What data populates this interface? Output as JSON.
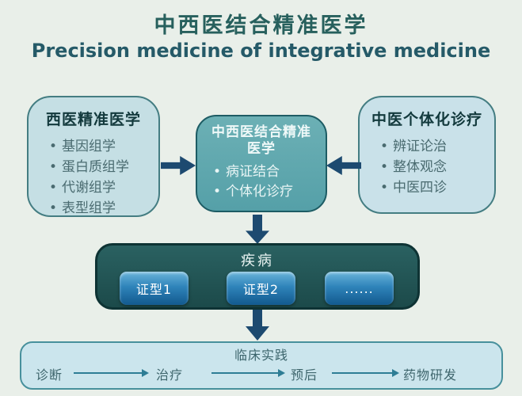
{
  "header": {
    "title_zh": "中西医结合精准医学",
    "title_en": "Precision medicine of integrative medicine"
  },
  "icons": {
    "bullet": "•"
  },
  "western": {
    "title": "西医精准医学",
    "items": [
      "基因组学",
      "蛋白质组学",
      "代谢组学",
      "表型组学"
    ]
  },
  "integrative": {
    "title": "中西医结合精准医学",
    "items": [
      "病证结合",
      "个体化诊疗"
    ]
  },
  "tcm": {
    "title": "中医个体化诊疗",
    "items": [
      "辨证论治",
      "整体观念",
      "中医四诊"
    ]
  },
  "disease": {
    "title": "疾病",
    "syndromes": [
      "证型1",
      "证型2",
      "......"
    ]
  },
  "clinical": {
    "title": "临床实践",
    "flow": [
      "诊断",
      "治疗",
      "预后",
      "药物研发"
    ]
  },
  "colors": {
    "background": "#e9efe9",
    "title_text": "#27605d",
    "subtitle_text": "#255a68",
    "light_box_fill": "#c5dfe4",
    "light_box_border": "#447d82",
    "teal_box_fill": "#5fa8ae",
    "dark_box_fill": "#225353",
    "block_arrow": "#1d4a70",
    "button_blue_top": "#6ab4da",
    "button_blue_bottom": "#12598e",
    "flow_arrow": "#2e7d95",
    "bottom_box_fill": "#cbe5ed",
    "bottom_box_border": "#47909c"
  }
}
